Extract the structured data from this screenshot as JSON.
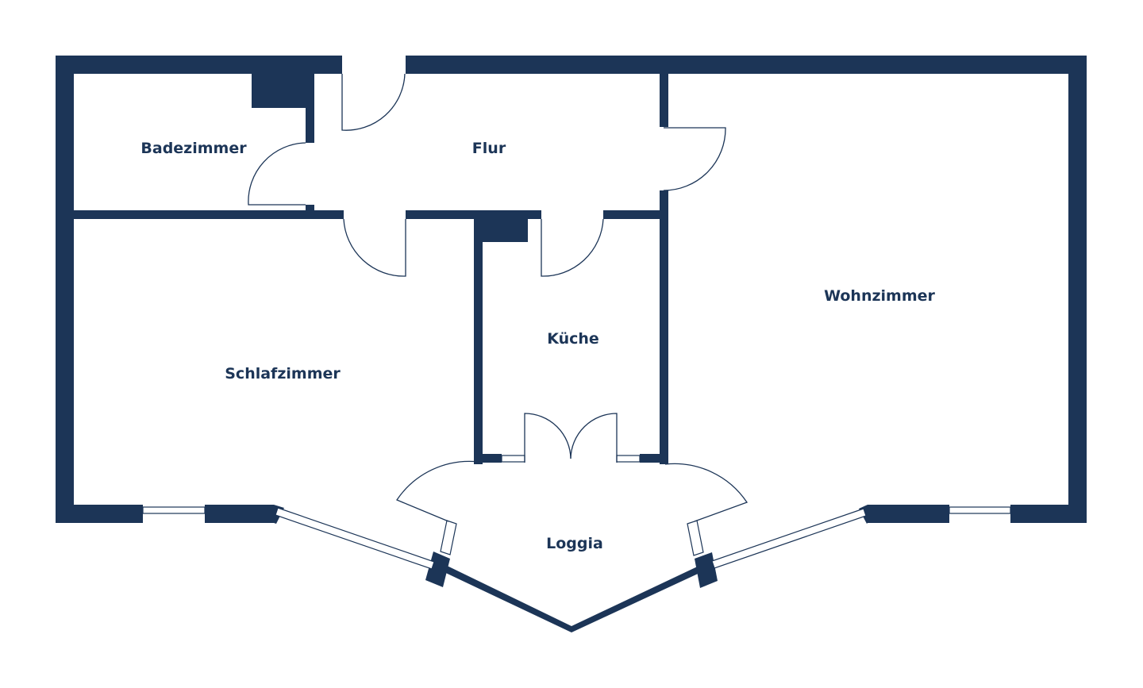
{
  "plan": {
    "wall_color": "#1c3557",
    "rooms": [
      {
        "id": "badezimmer",
        "label": "Badezimmer"
      },
      {
        "id": "flur",
        "label": "Flur"
      },
      {
        "id": "wohnzimmer",
        "label": "Wohnzimmer"
      },
      {
        "id": "kueche",
        "label": "Küche"
      },
      {
        "id": "schlafzimmer",
        "label": "Schlafzimmer"
      },
      {
        "id": "loggia",
        "label": "Loggia"
      }
    ]
  }
}
